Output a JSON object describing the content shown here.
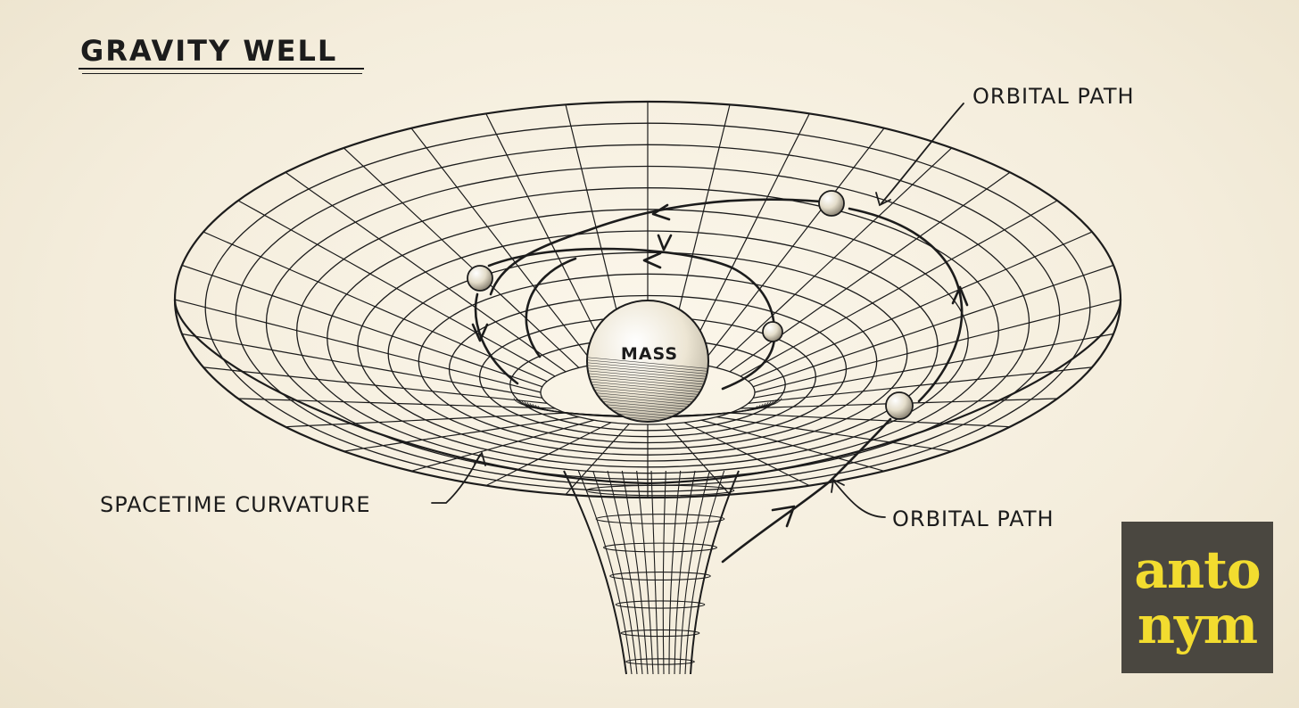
{
  "title": "GRAVITY WELL",
  "labels": {
    "mass": "MASS",
    "orbital_path_top": "ORBITAL PATH",
    "orbital_path_bottom": "ORBITAL PATH",
    "spacetime_curvature": "SPACETIME CURVATURE"
  },
  "logo": {
    "line1": "anto",
    "line2": "nym"
  },
  "colors": {
    "paper": "#f5efe0",
    "ink": "#1a1a1a",
    "logo_background": "#4a4740",
    "logo_text": "#f2dc2f"
  }
}
